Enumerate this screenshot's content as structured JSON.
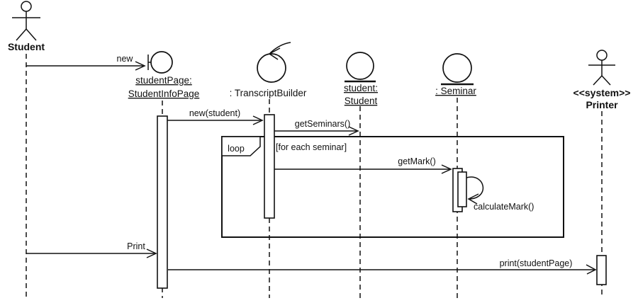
{
  "diagram_type": "uml-sequence-diagram",
  "actors": {
    "student": {
      "name": "Student"
    },
    "printer": {
      "stereotype": "<<system>>",
      "name": "Printer"
    }
  },
  "objects": {
    "student_page": {
      "icon": "boundary",
      "name_line1": "studentPage:",
      "name_line2": "StudentInfoPage"
    },
    "transcript_builder": {
      "icon": "control",
      "name": ": TranscriptBuilder"
    },
    "student": {
      "icon": "entity",
      "name_line1": "student:",
      "name_line2": "Student"
    },
    "seminar": {
      "icon": "entity",
      "name": ": Seminar"
    }
  },
  "messages": {
    "new": "new",
    "new_student": "new(student)",
    "get_seminars": "getSeminars()",
    "get_mark": "getMark()",
    "calculate_mark": "calculateMark()",
    "print": "Print",
    "print_student_page": "print(studentPage)"
  },
  "fragment": {
    "operator": "loop",
    "guard": "[for each seminar]"
  },
  "colors": {
    "stroke": "#111111",
    "background": "#ffffff"
  }
}
